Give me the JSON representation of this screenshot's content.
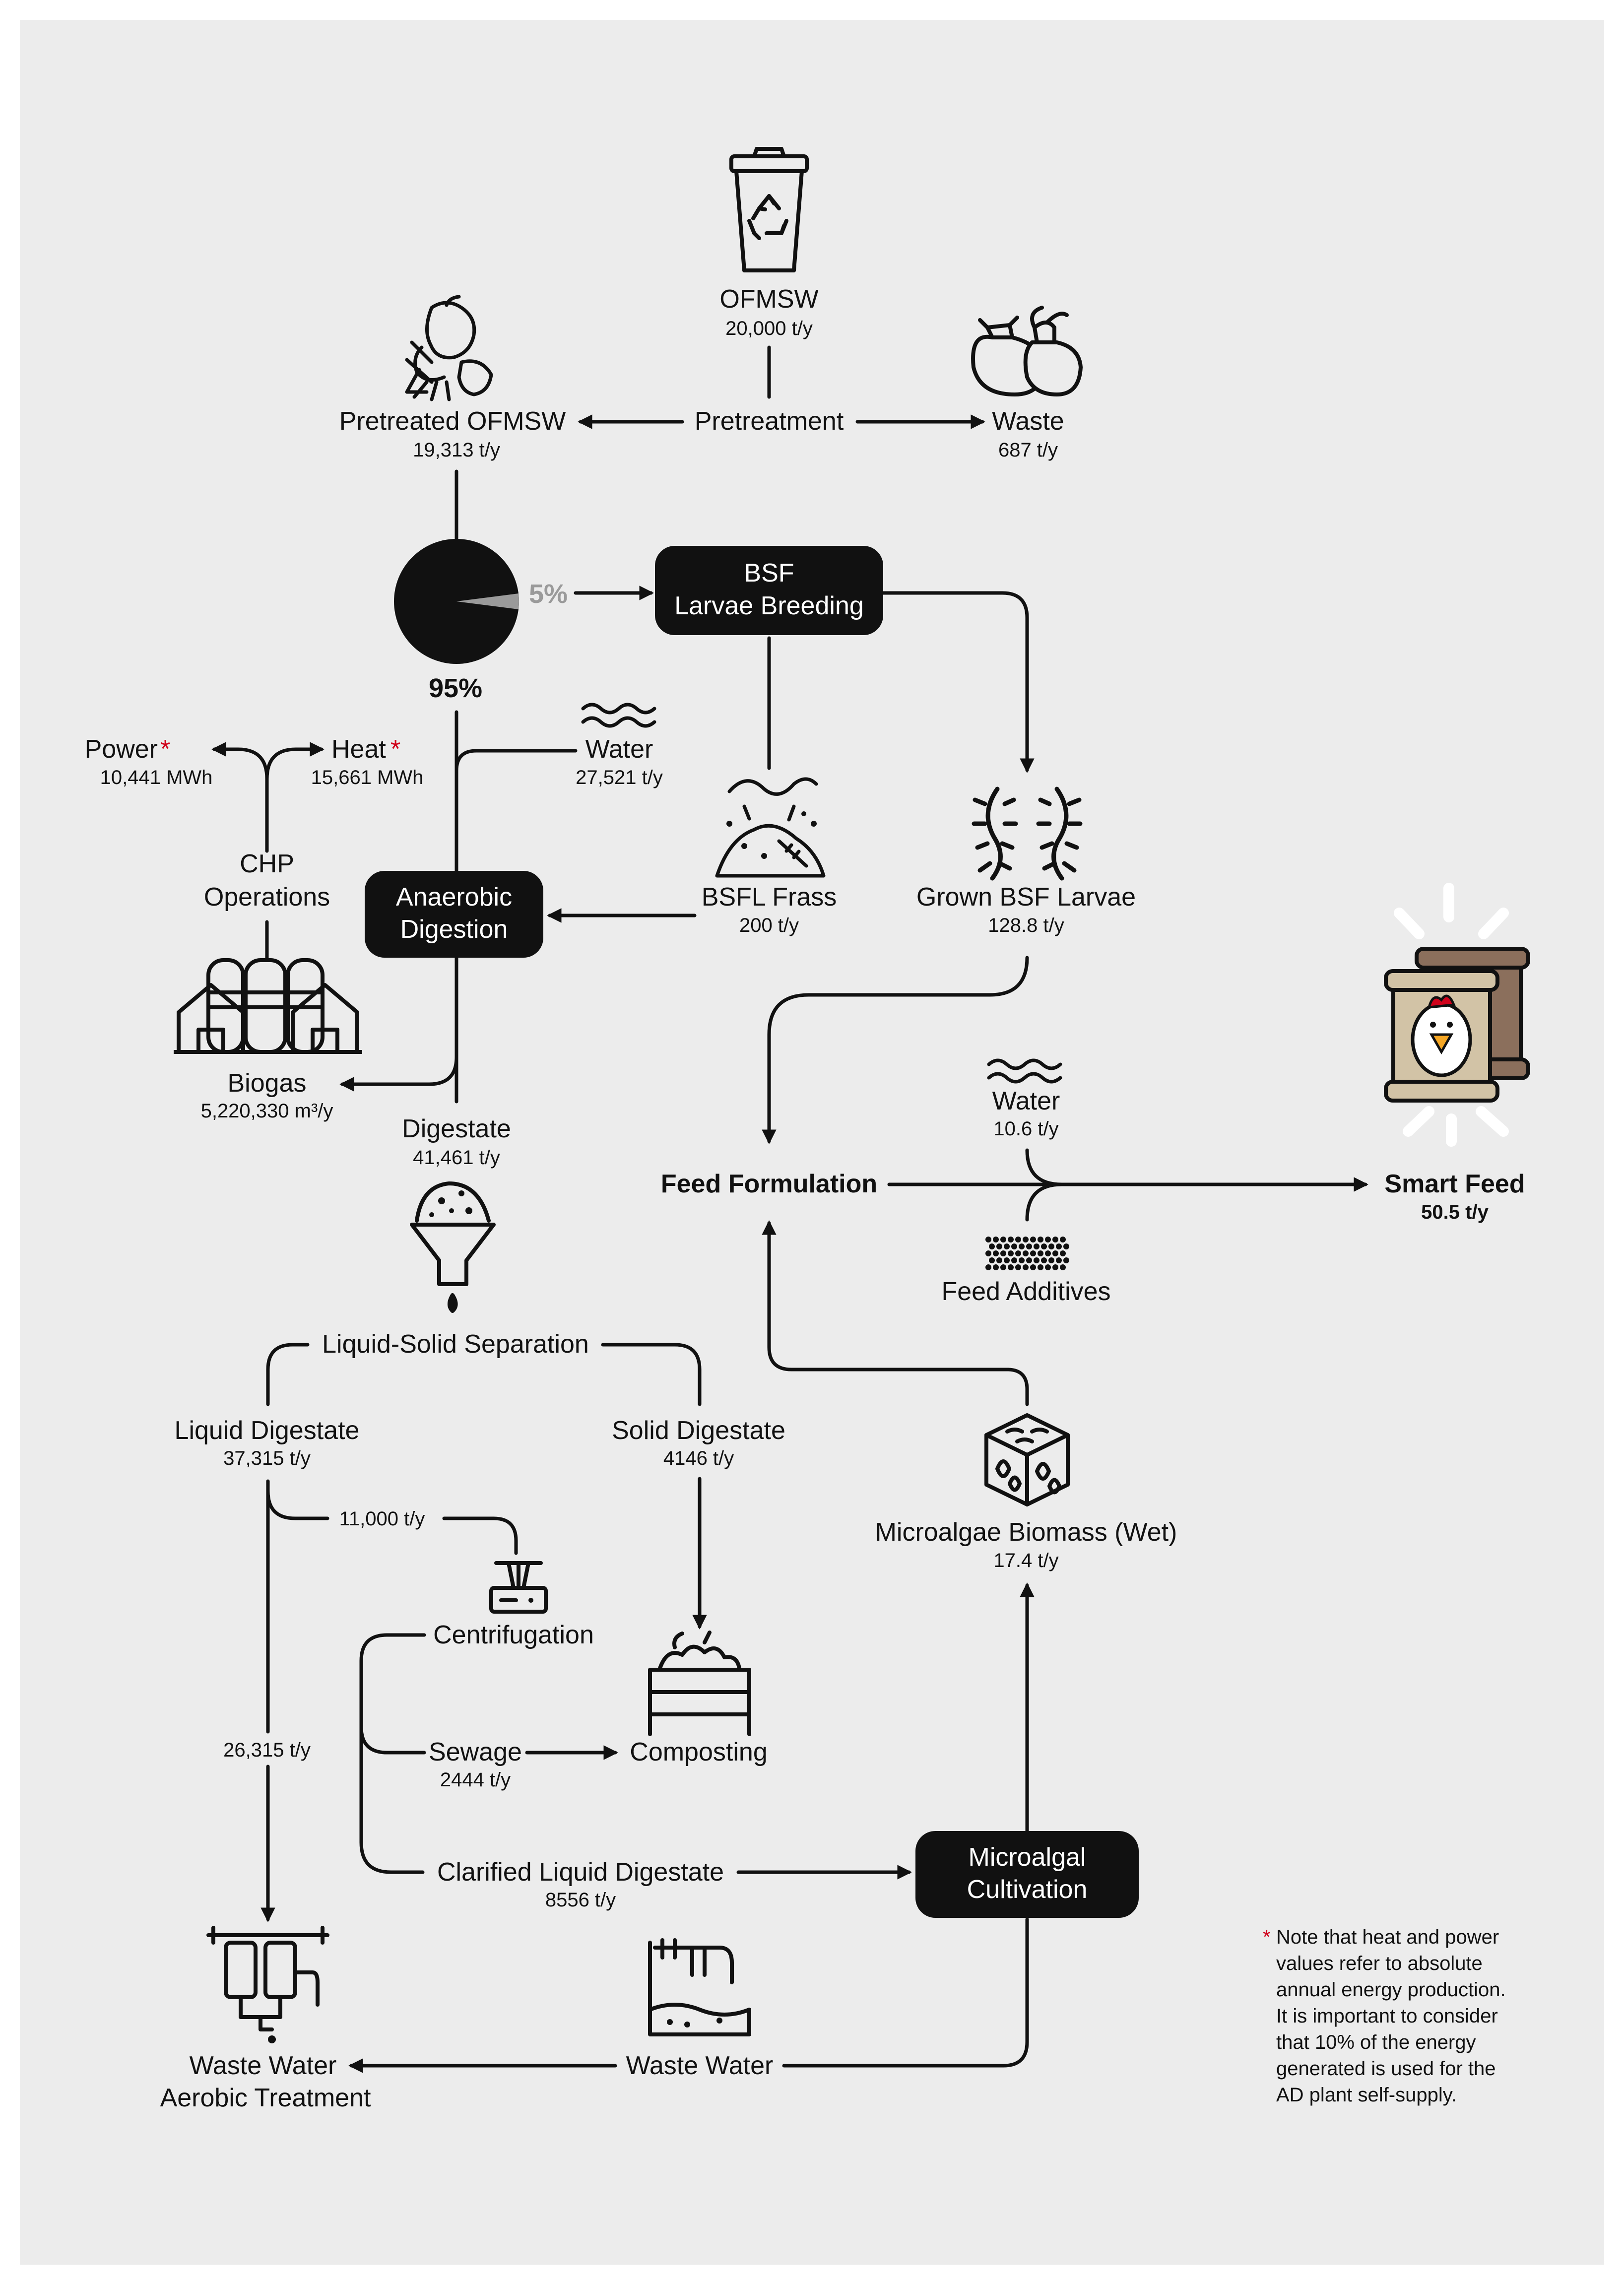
{
  "nodes": {
    "ofmsw": {
      "label": "OFMSW",
      "value": "20,000 t/y"
    },
    "pretreatment": {
      "label": "Pretreatment"
    },
    "pretreated": {
      "label": "Pretreated OFMSW",
      "value": "19,313 t/y"
    },
    "waste": {
      "label": "Waste",
      "value": "687 t/y"
    },
    "split_bsf": {
      "label": "5%"
    },
    "split_ad": {
      "label": "95%"
    },
    "bsf": {
      "line1": "BSF",
      "line2": "Larvae Breeding"
    },
    "power": {
      "label": "Power",
      "value": "10,441 MWh"
    },
    "heat": {
      "label": "Heat",
      "value": "15,661 MWh"
    },
    "water_ad": {
      "label": "Water",
      "value": "27,521 t/y"
    },
    "chp": {
      "line1": "CHP",
      "line2": "Operations"
    },
    "ad": {
      "line1": "Anaerobic",
      "line2": "Digestion"
    },
    "frass": {
      "label": "BSFL Frass",
      "value": "200 t/y"
    },
    "larvae": {
      "label": "Grown BSF Larvae",
      "value": "128.8 t/y"
    },
    "biogas": {
      "label": "Biogas",
      "value": "5,220,330 m³/y"
    },
    "digestate": {
      "label": "Digestate",
      "value": "41,461 t/y"
    },
    "water_feed": {
      "label": "Water",
      "value": "10.6 t/y"
    },
    "feed_formulation": {
      "label": "Feed Formulation"
    },
    "smart_feed": {
      "label": "Smart Feed",
      "value": "50.5 t/y"
    },
    "additives": {
      "label": "Feed Additives"
    },
    "separation": {
      "label": "Liquid-Solid Separation"
    },
    "liquid": {
      "label": "Liquid Digestate",
      "value": "37,315 t/y"
    },
    "solid": {
      "label": "Solid Digestate",
      "value": "4146 t/y"
    },
    "microalgae": {
      "label": "Microalgae Biomass (Wet)",
      "value": "17.4 t/y"
    },
    "flow_11000": {
      "value": "11,000 t/y"
    },
    "centrifugation": {
      "label": "Centrifugation"
    },
    "flow_26315": {
      "value": "26,315 t/y"
    },
    "sewage": {
      "label": "Sewage",
      "value": "2444 t/y"
    },
    "composting": {
      "label": "Composting"
    },
    "clarified": {
      "label": "Clarified Liquid Digestate",
      "value": "8556 t/y"
    },
    "cultivation": {
      "line1": "Microalgal",
      "line2": "Cultivation"
    },
    "wwtp": {
      "line1": "Waste Water",
      "line2": "Aerobic Treatment"
    },
    "wastewater": {
      "label": "Waste Water"
    }
  },
  "asterisk": "*",
  "note": {
    "lines": [
      "Note that heat and power",
      "values refer to absolute",
      "annual energy production.",
      "It is important to consider",
      "that 10% of the energy",
      "generated is used for the",
      "AD plant self-supply."
    ]
  },
  "colors": {
    "frame": "#ececec",
    "ink": "#111111",
    "accent": "#d0021b",
    "grey": "#9a9a9a",
    "sack_back": "#8b6f5c",
    "sack_front": "#d2c3a6",
    "hen_red": "#d0021b",
    "beak": "#f5a623"
  }
}
